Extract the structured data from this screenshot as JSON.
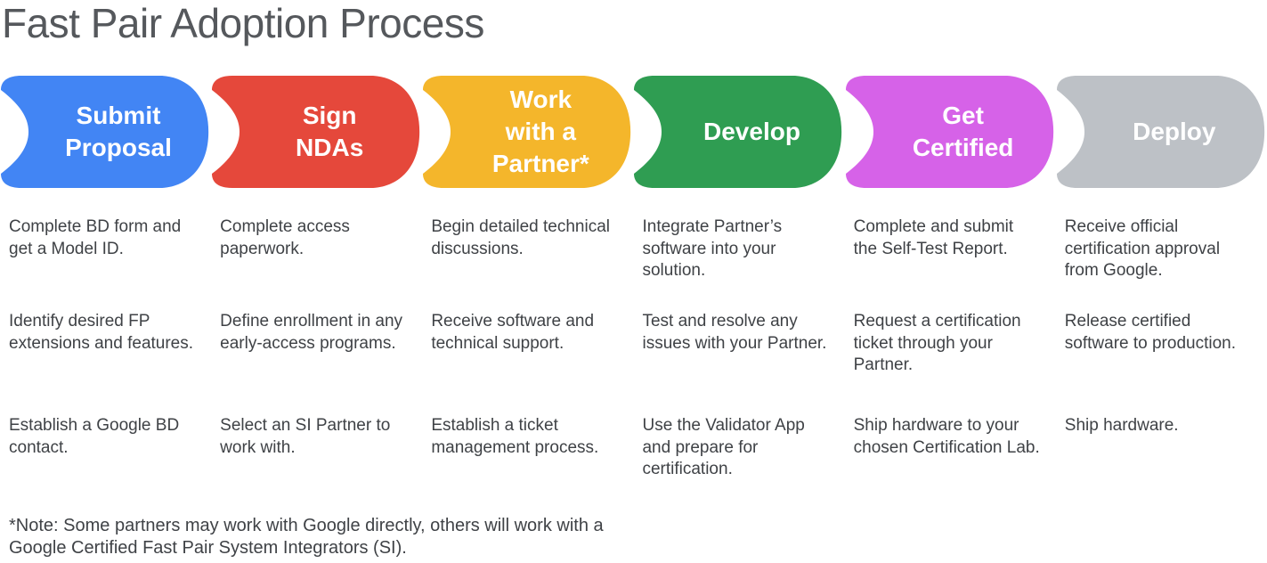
{
  "title": "Fast Pair Adoption Process",
  "footnote": "*Note: Some partners may work with Google directly, others will work with a Google Certified Fast Pair System Integrators (SI).",
  "steps": [
    {
      "label": "Submit\nProposal",
      "color": "#4285F4",
      "items": [
        "Complete BD form and get a Model ID.",
        "Identify desired FP extensions and features.",
        "Establish a Google BD contact."
      ]
    },
    {
      "label": "Sign\nNDAs",
      "color": "#E5483B",
      "items": [
        "Complete access paperwork.",
        "Define enrollment in any early-access programs.",
        "Select an SI Partner to work with."
      ]
    },
    {
      "label": "Work\nwith a\nPartner*",
      "color": "#F4B62B",
      "items": [
        "Begin detailed technical discussions.",
        "Receive software and technical support.",
        "Establish a ticket management process."
      ]
    },
    {
      "label": "Develop",
      "color": "#2F9D52",
      "items": [
        "Integrate Partner’s software into your solution.",
        "Test and resolve any issues with your Partner.",
        "Use the Validator App and prepare for certification."
      ]
    },
    {
      "label": "Get\nCertified",
      "color": "#D662E8",
      "items": [
        "Complete and submit the Self-Test Report.",
        "Request a certification ticket through your Partner.",
        "Ship hardware to your chosen Certification Lab."
      ]
    },
    {
      "label": "Deploy",
      "color": "#BDC1C6",
      "items": [
        "Receive official certification approval from Google.",
        "Release certified software to production.",
        "Ship hardware."
      ]
    }
  ]
}
